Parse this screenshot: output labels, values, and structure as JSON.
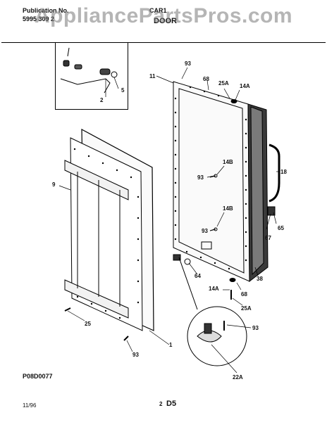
{
  "header": {
    "publication_label": "Publication No.",
    "publication_number": "5995 309 2",
    "model": "CAR1",
    "section": "DOOR"
  },
  "watermark": "AppliancePartsPros.com",
  "callouts": {
    "c1": "1",
    "c2": "2",
    "c5": "5",
    "c9": "9",
    "c11": "11",
    "c14a_top": "14A",
    "c14a_bot": "14A",
    "c14b_top": "14B",
    "c14b_bot": "14B",
    "c18": "18",
    "c22a": "22A",
    "c25": "25",
    "c25a_top": "25A",
    "c25a_bot": "25A",
    "c38": "38",
    "c64": "64",
    "c65": "65",
    "c67": "67",
    "c68_top": "68",
    "c68_bot": "68",
    "c93_top": "93",
    "c93_mid1": "93",
    "c93_mid2": "93",
    "c93_bot": "93",
    "c93_detail": "93"
  },
  "diagram_code": "P08D0077",
  "footer": {
    "date": "11/96",
    "page": "2",
    "code": "D5"
  }
}
